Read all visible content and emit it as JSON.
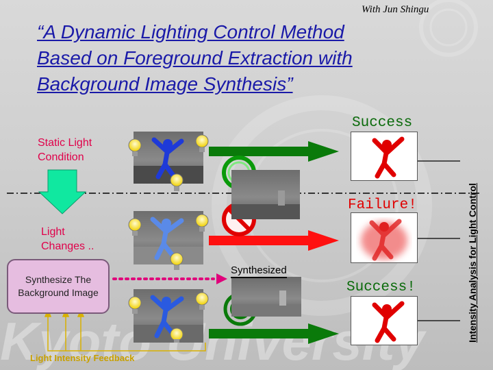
{
  "header": {
    "author": "With Jun Shingu",
    "title_lines": [
      "“A Dynamic Lighting Control Method",
      "Based on Foreground Extraction with",
      "Background Image Synthesis”"
    ]
  },
  "left": {
    "static_label_1": "Static Light",
    "static_label_2": "Condition",
    "change_label_1": "Light",
    "change_label_2": "Changes ..",
    "synth_box_1": "Synthesize The",
    "synth_box_2": "Background Image",
    "feedback": "Light Intensity Feedback"
  },
  "middle": {
    "synthesized": "Synthesized"
  },
  "results": {
    "success1": "Success",
    "failure": "Failure!",
    "success2": "Success!"
  },
  "side": {
    "title": "Intensity Analysis for Light Control"
  },
  "colors": {
    "title": "#1a1aa8",
    "green_arrow": "#0a7a0a",
    "red_arrow": "#ff1010",
    "magenta": "#e0007a",
    "status_green": "#0a6a0a",
    "status_red": "#e00000"
  }
}
